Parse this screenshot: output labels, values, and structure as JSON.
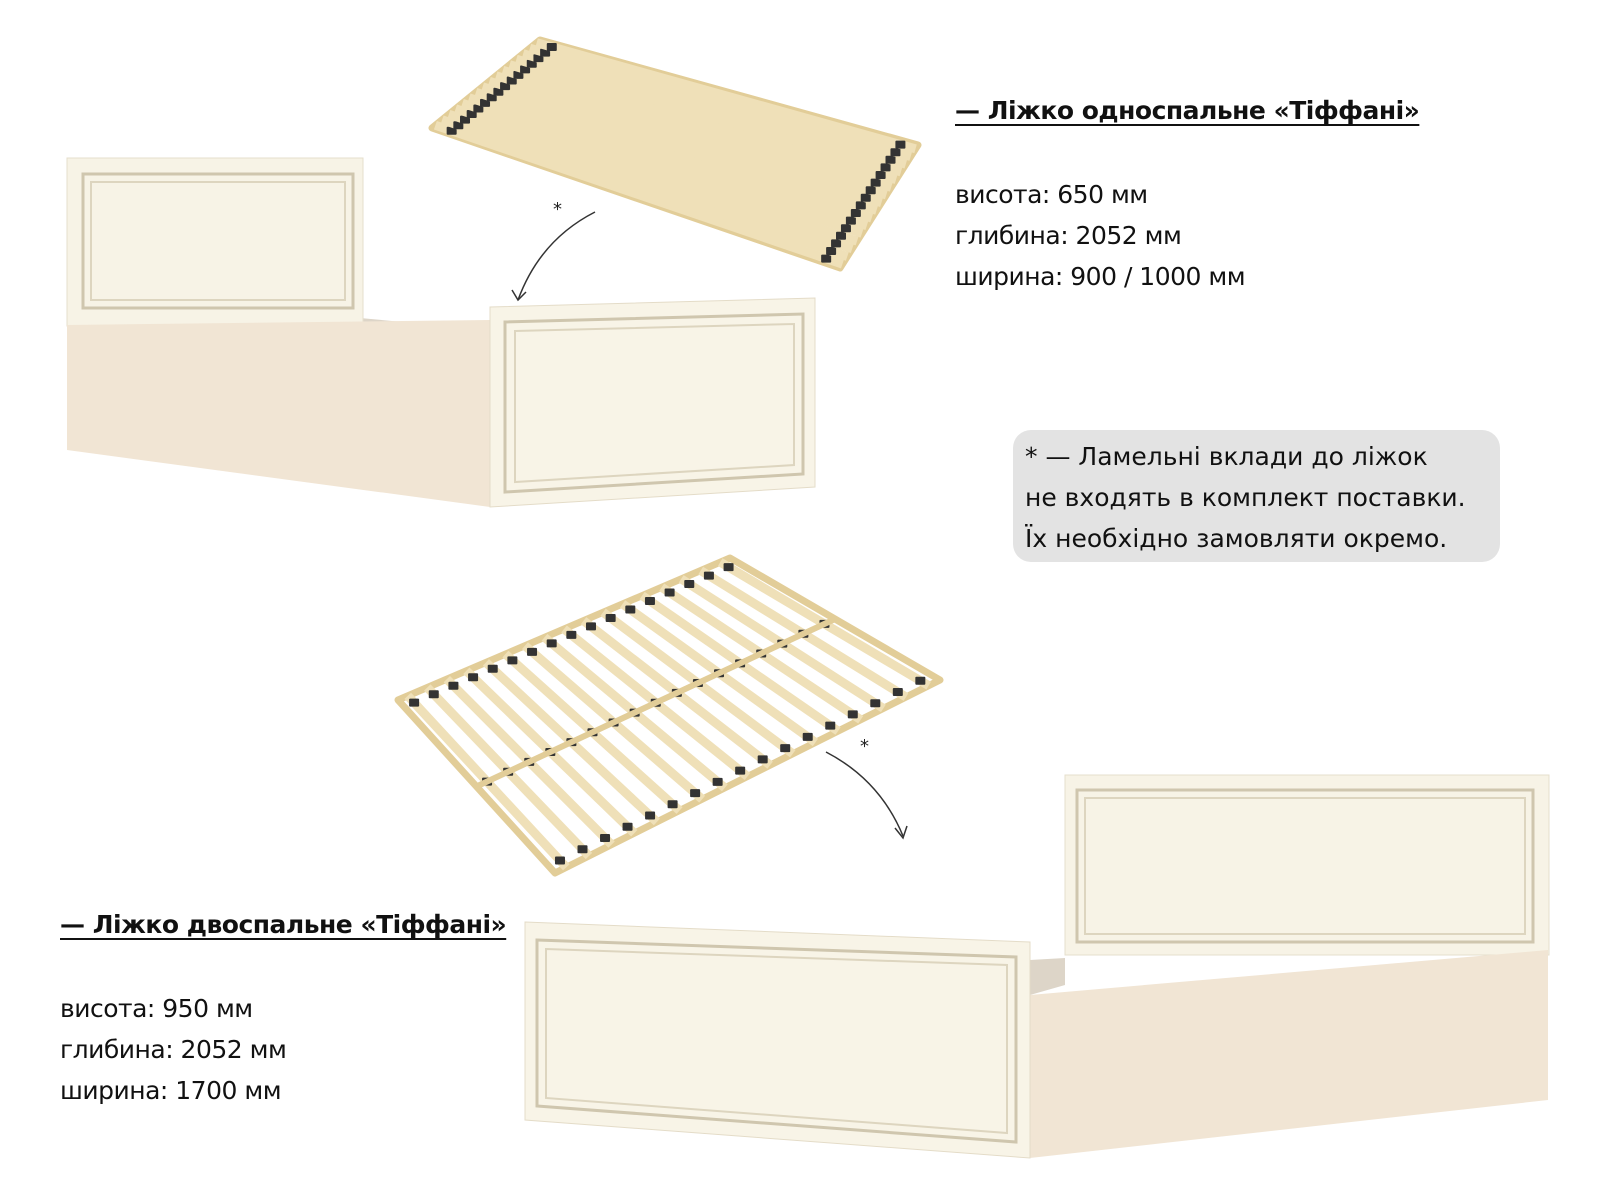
{
  "single_bed": {
    "title": "— Ліжко односпальне «Тіффані»",
    "specs": [
      "висота: 650 мм",
      "глибина: 2052 мм",
      "ширина: 900 / 1000 мм"
    ],
    "slat_marker": "*"
  },
  "double_bed": {
    "title": "— Ліжко двоспальне «Тіффані»",
    "specs": [
      "висота: 950 мм",
      "глибина: 2052 мм",
      "ширина: 1700 мм"
    ],
    "slat_marker": "*"
  },
  "note": {
    "lines": [
      "* — Ламельні вклади до ліжок",
      "не входять в комплект поставки.",
      "Їх необхідно замовляти окремо."
    ]
  },
  "colors": {
    "panel": "#f6f1e2",
    "side": "#efe4d2",
    "slat": "#efe0b8",
    "frame": "#e2cd98",
    "note_bg": "#e3e3e3"
  }
}
